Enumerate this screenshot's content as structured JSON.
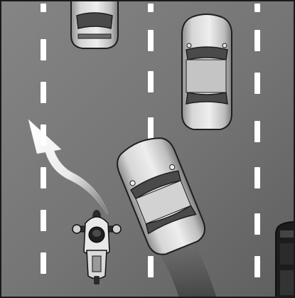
{
  "scene": {
    "type": "road-illustration",
    "lanes": 4,
    "lane_markings": "dashed-white",
    "vehicles": [
      {
        "kind": "car",
        "label": "car-top-left"
      },
      {
        "kind": "car",
        "label": "car-top-right"
      },
      {
        "kind": "car",
        "label": "car-center-angled"
      },
      {
        "kind": "motorcycle",
        "label": "motorcycle"
      },
      {
        "kind": "truck",
        "label": "truck-right-edge"
      }
    ],
    "arrow": {
      "direction": "up-left",
      "meaning": "motorcycle-lane-change-path"
    },
    "colors": {
      "road": "#7a7a7a",
      "road_dark": "#4d4d4d",
      "lane_line": "#ffffff",
      "car_body": "#d8d8d8",
      "car_shade": "#9a9a9a",
      "glass": "#4a4a4a",
      "outline": "#1e1e1e",
      "arrow": "#ffffff"
    }
  }
}
